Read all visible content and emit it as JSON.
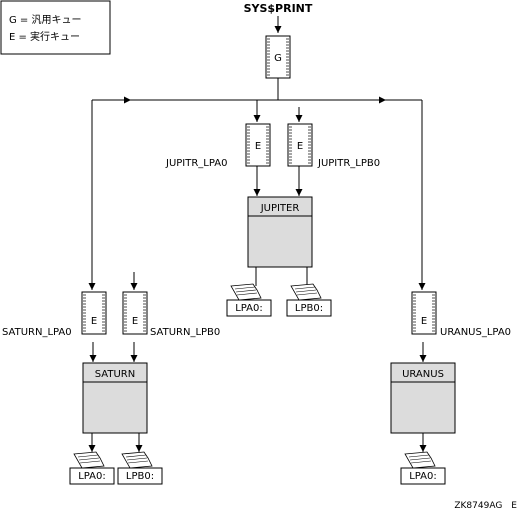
{
  "legend": {
    "general_queue": "G = 汎用キュー",
    "execution_queue": "E = 実行キュー"
  },
  "source_label": "SYS$PRINT",
  "generic_queue_letter": "G",
  "queues": [
    {
      "id": "jupitr-lpa0",
      "letter": "E",
      "label": "JUPITR_LPA0"
    },
    {
      "id": "jupitr-lpb0",
      "letter": "E",
      "label": "JUPITR_LPB0"
    },
    {
      "id": "saturn-lpa0",
      "letter": "E",
      "label": "SATURN_LPA0"
    },
    {
      "id": "saturn-lpb0",
      "letter": "E",
      "label": "SATURN_LPB0"
    },
    {
      "id": "uranus-lpa0",
      "letter": "E",
      "label": "URANUS_LPA0"
    }
  ],
  "nodes": [
    {
      "id": "jupiter",
      "label": "JUPITER"
    },
    {
      "id": "saturn",
      "label": "SATURN"
    },
    {
      "id": "uranus",
      "label": "URANUS"
    }
  ],
  "printers": [
    {
      "id": "jupiter-lpa0",
      "label": "LPA0:"
    },
    {
      "id": "jupiter-lpb0",
      "label": "LPB0:"
    },
    {
      "id": "saturn-lpa0",
      "label": "LPA0:"
    },
    {
      "id": "saturn-lpb0",
      "label": "LPB0:"
    },
    {
      "id": "uranus-lpa0",
      "label": "LPA0:"
    }
  ],
  "footer": "ZK8749AG　E"
}
